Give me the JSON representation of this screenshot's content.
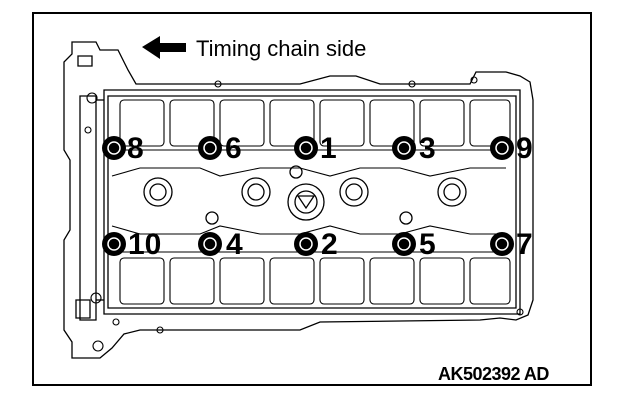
{
  "diagram": {
    "direction_label": "Timing chain side",
    "reference_code": "AK502392 AD",
    "icons": {
      "direction": "left-arrow-icon"
    },
    "bolts": [
      {
        "label": "8",
        "row": "upper",
        "column": 1
      },
      {
        "label": "6",
        "row": "upper",
        "column": 2
      },
      {
        "label": "1",
        "row": "upper",
        "column": 3
      },
      {
        "label": "3",
        "row": "upper",
        "column": 4
      },
      {
        "label": "9",
        "row": "upper",
        "column": 5
      },
      {
        "label": "10",
        "row": "lower",
        "column": 1
      },
      {
        "label": "4",
        "row": "lower",
        "column": 2
      },
      {
        "label": "2",
        "row": "lower",
        "column": 3
      },
      {
        "label": "5",
        "row": "lower",
        "column": 4
      },
      {
        "label": "7",
        "row": "lower",
        "column": 5
      }
    ]
  }
}
